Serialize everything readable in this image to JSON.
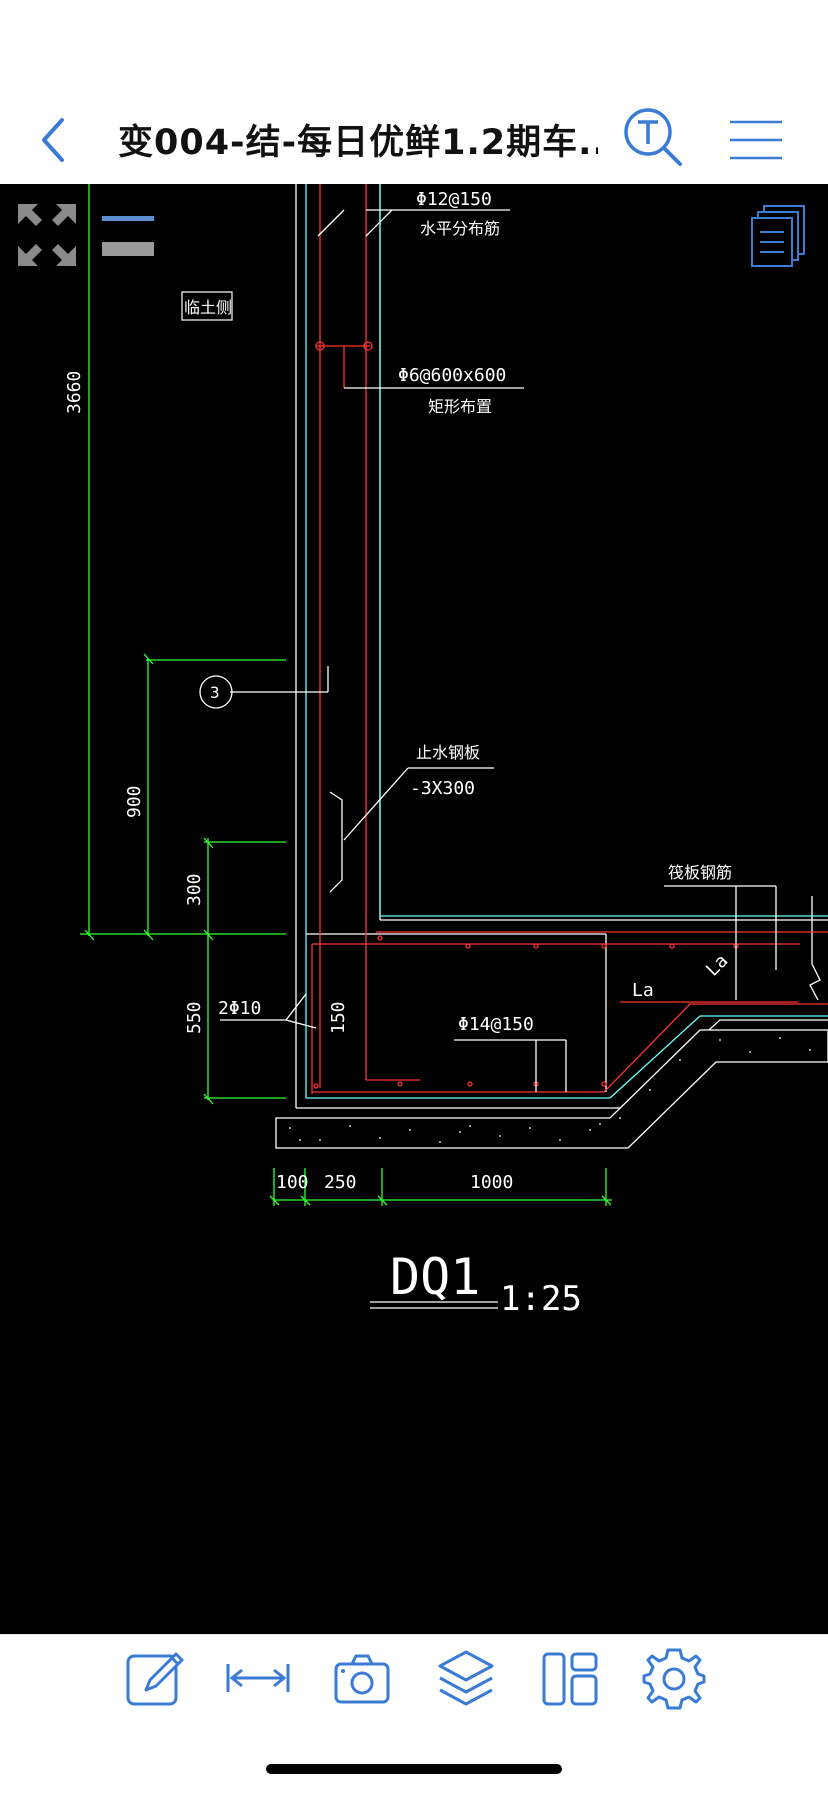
{
  "header": {
    "title": "变004-结-每日优鲜1.2期车...",
    "back_icon": "chevron-left-icon",
    "search_icon": "text-search-icon",
    "menu_icon": "hamburger-menu-icon"
  },
  "colors": {
    "accent": "#3a7bd5",
    "cad_green": "#33ff33",
    "cad_red": "#ff3333",
    "cad_cyan": "#66ffff",
    "cad_white": "#ffffff"
  },
  "drawing": {
    "labels": {
      "rebar_top": "Φ12@150",
      "rebar_top_desc": "水平分布筋",
      "soil_side": "临土侧",
      "tie_bar": "Φ6@600x600",
      "tie_bar_desc": "矩形布置",
      "dim_3660": "3660",
      "callout_3": "3",
      "waterstop": "止水钢板",
      "waterstop_size": "-3X300",
      "dim_900": "900",
      "dim_300": "300",
      "raft_rebar": "筏板钢筋",
      "la_1": "La",
      "la_2": "La",
      "bar_2phi10": "2Φ10",
      "dim_150": "150",
      "dim_550": "550",
      "rebar_phi14": "Φ14@150",
      "dim_100": "100",
      "dim_250": "250",
      "dim_1000": "1000",
      "section_name": "DQ1",
      "scale": "1:25"
    }
  },
  "bottom_toolbar": {
    "items": [
      "pencil-edit-icon",
      "measure-icon",
      "camera-icon",
      "layers-icon",
      "layout-icon",
      "settings-gear-icon"
    ]
  }
}
